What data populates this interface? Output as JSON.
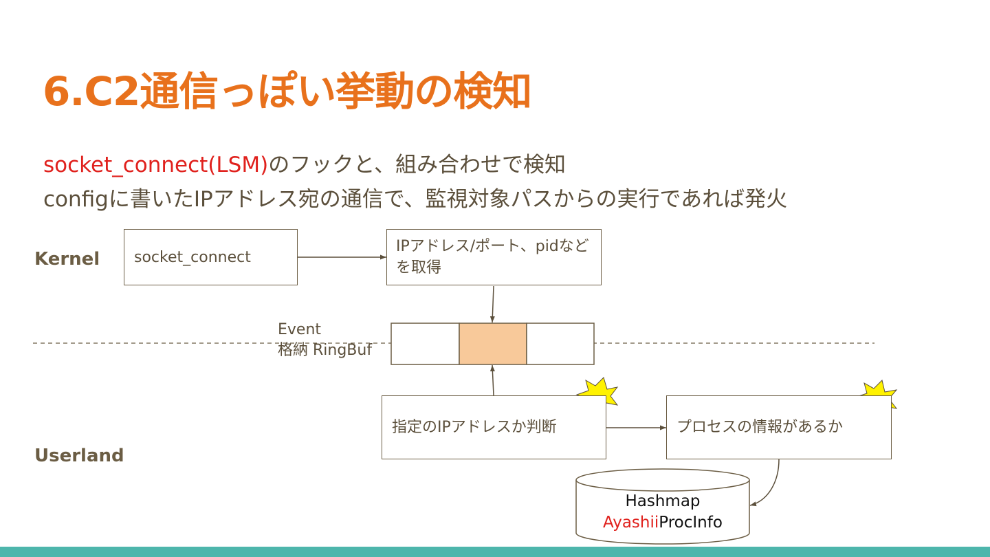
{
  "slide": {
    "title": "6.C2通信っぽい挙動の検知",
    "line1": {
      "highlight": "socket_connect(LSM)",
      "rest": "のフックと、組み合わせで検知"
    },
    "line2": "configに書いたIPアドレス宛の通信で、監視対象パスからの実行であれば発火"
  },
  "diagram": {
    "kernel_label": "Kernel",
    "userland_label": "Userland",
    "socket_connect_box": "socket_connect",
    "get_info_box": [
      "IPアドレス/ポート、pidなど",
      "を取得"
    ],
    "ringbuf_label": [
      "Event",
      "格納 RingBuf"
    ],
    "check_ip_box": "指定のIPアドレスか判断",
    "check_proc_box": "プロセスの情報があるか",
    "hashmap": {
      "line1": "Hashmap",
      "prefix": "Ayashii",
      "suffix": "ProcInfo"
    }
  },
  "colors": {
    "title": "#e8711c",
    "highlight": "#e0201c",
    "ring_fill": "#f8c99a",
    "burst": "#fff200",
    "footer": "#4db6ac"
  }
}
